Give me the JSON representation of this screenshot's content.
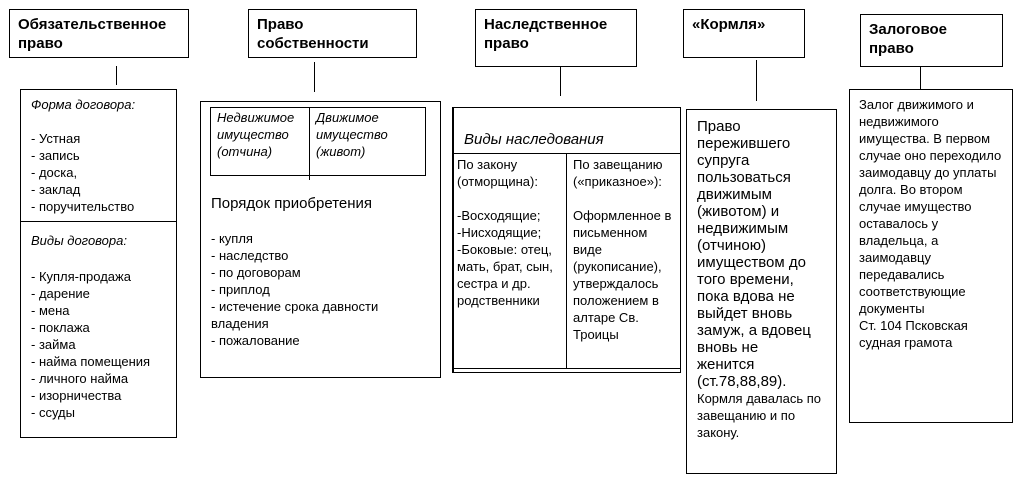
{
  "columns": [
    {
      "title": "Обязательственное право",
      "section1_heading": "Форма договора:",
      "section1_items": "- Устная\n- запись\n- доска,\n- заклад\n- поручительство",
      "section2_heading": "Виды договора:",
      "section2_items": "- Купля-продажа\n- дарение\n- мена\n- поклажа\n- займа\n- найма помещения\n- личного найма\n- изорничества\n- ссуды"
    },
    {
      "title": "Право собственности",
      "left_cell": "Недвижимое имущество (отчина)",
      "right_cell": "Движимое имущество (живот)",
      "heading": "Порядок приобретения",
      "items": "- купля\n- наследство\n- по договорам\n- приплод\n- истечение срока давности владения\n- пожалование"
    },
    {
      "title": "Наследственное право",
      "heading": "Виды наследования",
      "left_cell": "По закону (отморщина):\n\n-Восходящие;\n-Нисходящие;\n-Боковые: отец, мать, брат, сын, сестра и др. родственники",
      "right_cell": "По завещанию («приказное»):\n\nОформленное в письменном виде (рукописание), утверждалось положением в алтаре Св. Троицы"
    },
    {
      "title": "«Кормля»",
      "body": "Право пережившего супруга пользоваться движимым (животом) и недвижимым (отчиною) имуществом до того времени, пока вдова не выйдет вновь замуж, а вдовец вновь не женится (ст.78,88,89).",
      "note": "Кормля давалась по завещанию и по закону."
    },
    {
      "title": "Залоговое право",
      "body": "Залог движимого и недвижимого имущества. В первом случае оно переходило заимодавцу до уплаты долга. Во втором случае имущество оставалось у владельца, а заимодавцу передавались соответствующие документы\nСт. 104 Псковская судная грамота"
    }
  ]
}
